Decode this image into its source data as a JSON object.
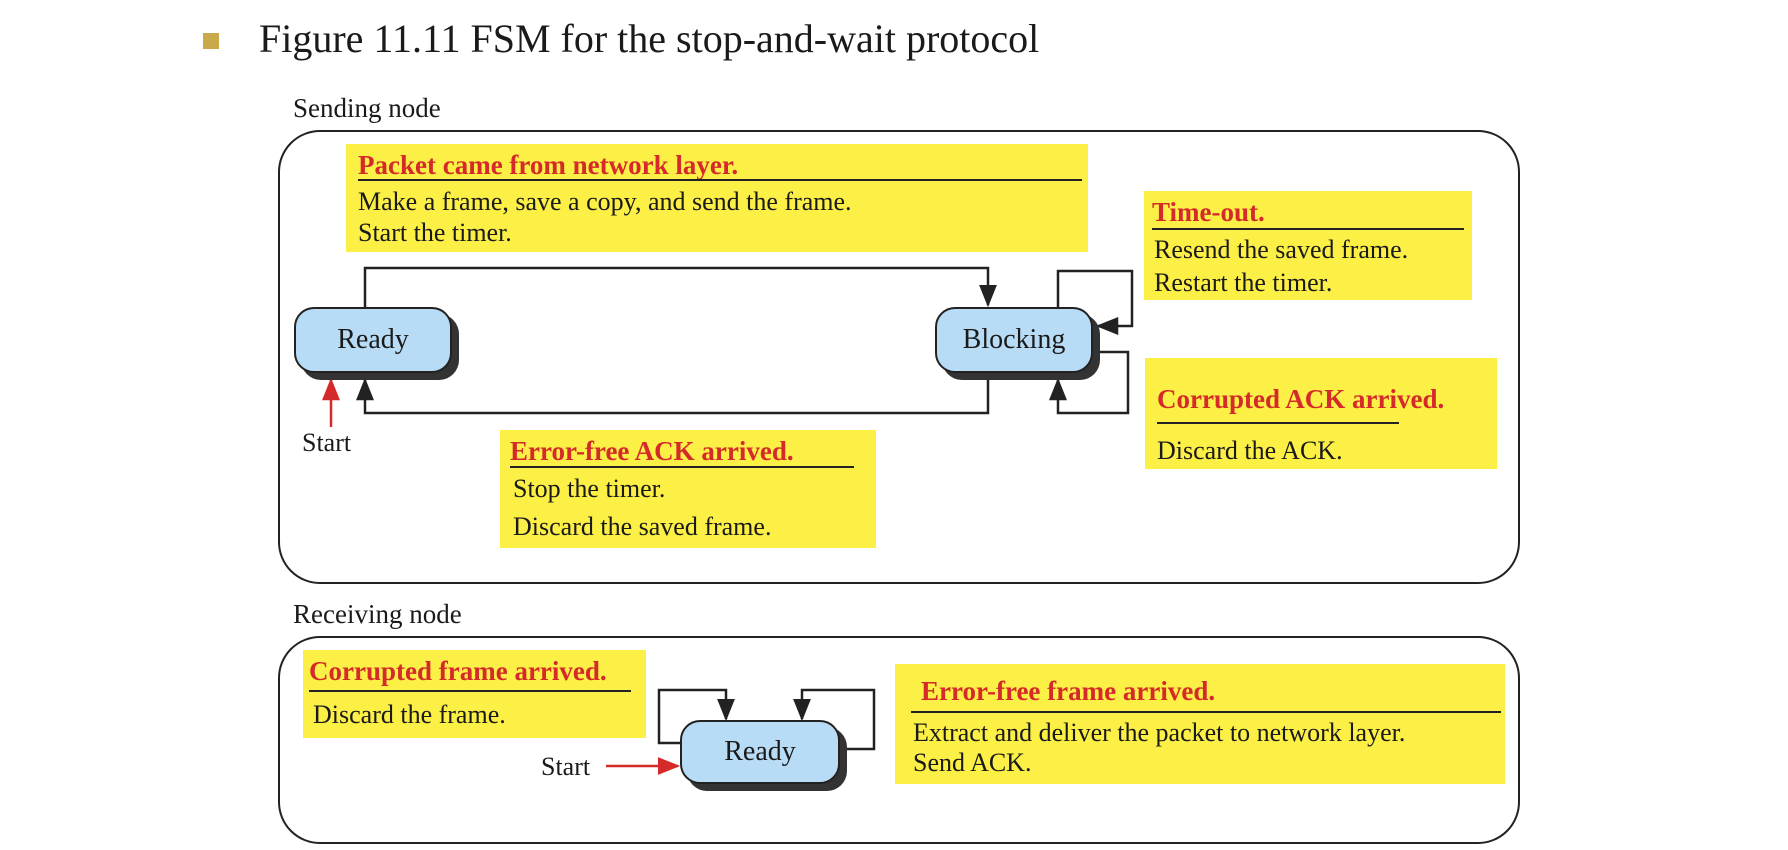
{
  "figure": {
    "title": "Figure 11.11  FSM for the stop-and-wait protocol"
  },
  "colors": {
    "note_fill": "#fcef45",
    "event_text": "#d42a2a",
    "state_fill": "#b8dcf6",
    "start_arrow": "#d42a2a",
    "bullet": "#c9a94a"
  },
  "sending": {
    "label": "Sending node",
    "states": {
      "ready": "Ready",
      "blocking": "Blocking"
    },
    "start": "Start",
    "notes": {
      "packet": {
        "event": "Packet came from network layer.",
        "actions": [
          "Make a frame, save a copy, and send the frame.",
          "Start the timer."
        ]
      },
      "timeout": {
        "event": "Time-out.",
        "actions": [
          "Resend the saved frame.",
          "Restart the timer."
        ]
      },
      "corrupted_ack": {
        "event": "Corrupted ACK arrived.",
        "actions": [
          "Discard the ACK."
        ]
      },
      "errorfree_ack": {
        "event": "Error-free ACK arrived.",
        "actions": [
          "Stop the timer.",
          "Discard the saved frame."
        ]
      }
    }
  },
  "receiving": {
    "label": "Receiving node",
    "states": {
      "ready": "Ready"
    },
    "start": "Start",
    "notes": {
      "corrupted_frame": {
        "event": "Corrupted frame arrived.",
        "actions": [
          "Discard the frame."
        ]
      },
      "errorfree_frame": {
        "event": "Error-free frame arrived.",
        "actions": [
          "Extract and deliver the packet to network layer.",
          "Send ACK."
        ]
      }
    }
  }
}
